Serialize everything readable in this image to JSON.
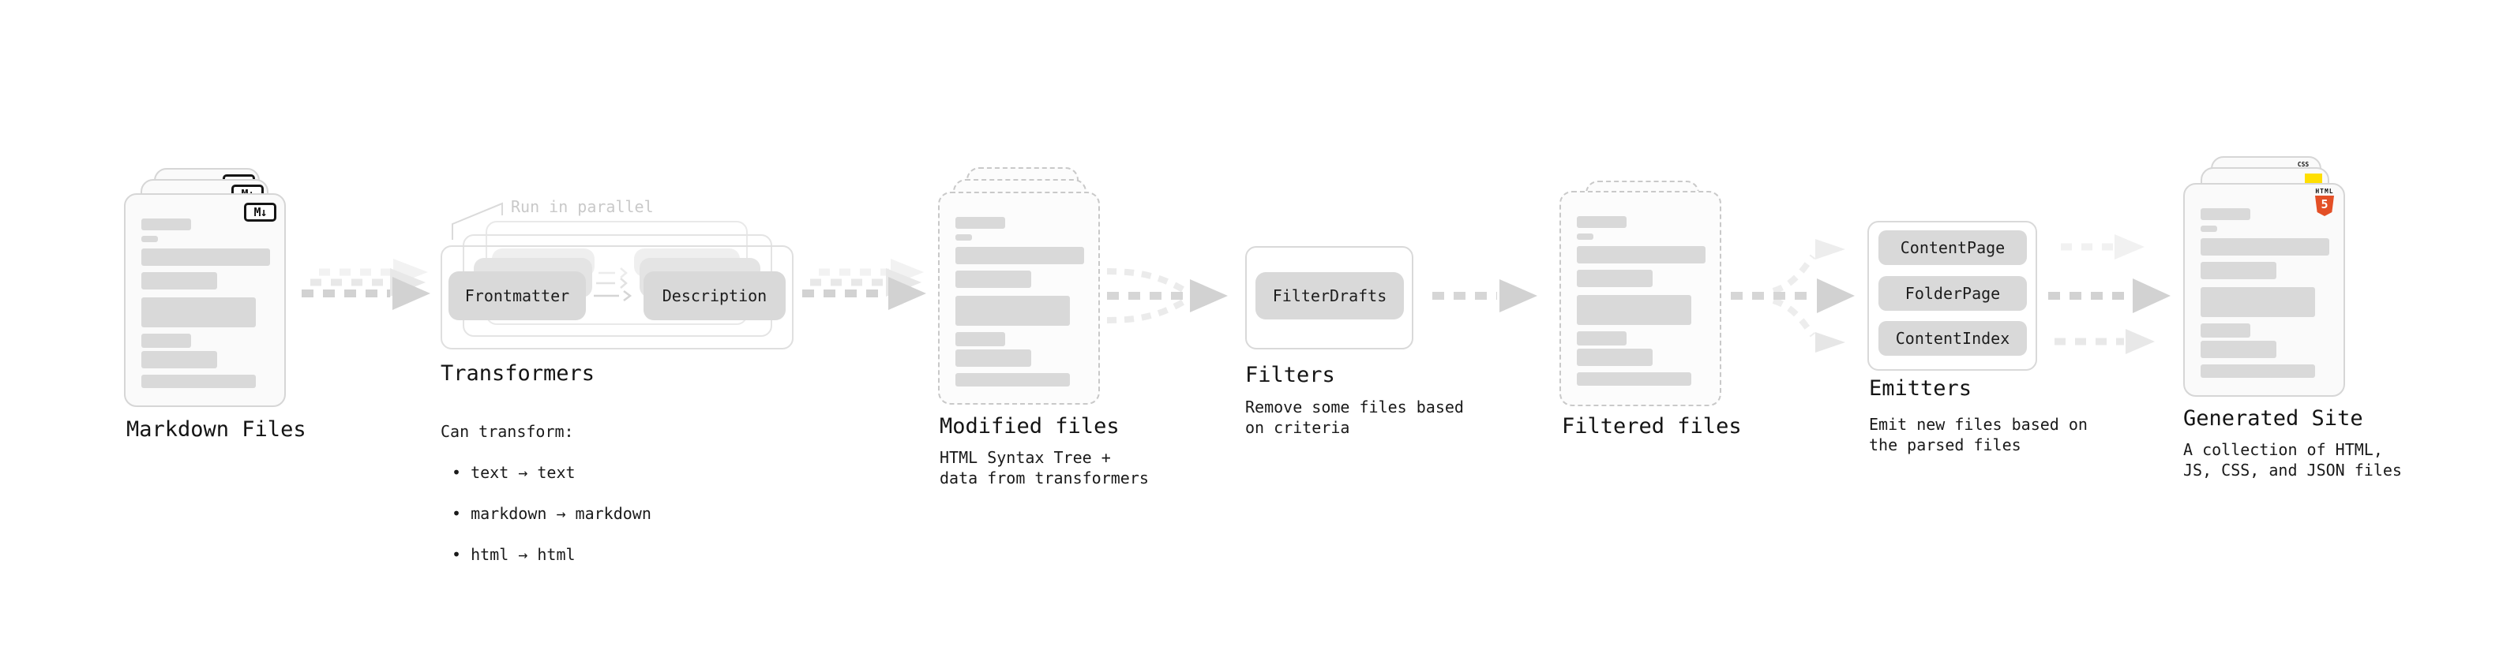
{
  "stages": {
    "markdown": {
      "label": "Markdown Files",
      "file_badge": "M↓"
    },
    "transformers": {
      "label": "Transformers",
      "annotation": "Run in parallel",
      "pill_left": "Frontmatter",
      "pill_right": "Description",
      "note_title": "Can transform:",
      "bullets": [
        "• text → text",
        "• markdown → markdown",
        "• html → html"
      ]
    },
    "modified": {
      "label": "Modified files",
      "note": "HTML Syntax Tree +\ndata from transformers"
    },
    "filters": {
      "label": "Filters",
      "pill": "FilterDrafts",
      "note": "Remove some files based\non criteria"
    },
    "filtered": {
      "label": "Filtered files"
    },
    "emitters": {
      "label": "Emitters",
      "pills": [
        "ContentPage",
        "FolderPage",
        "ContentIndex"
      ],
      "note": "Emit new files based on\nthe parsed files"
    },
    "generated": {
      "label": "Generated Site",
      "note": "A collection of HTML,\nJS, CSS, and JSON files",
      "badge_html_word": "HTML",
      "badge_html_five": "5",
      "badge_css": "CSS"
    }
  },
  "colors": {
    "arrow_main": "#d2d2d2",
    "arrow_ghost": "#e8e8e8",
    "arrow_faint": "#f2f2f2",
    "placeholder_bar": "#d9d9d9",
    "html5_orange": "#e34f26",
    "js_yellow": "#ffdf00",
    "css_blue": "#2769e3",
    "annotation_gray": "#c9c9c9"
  }
}
